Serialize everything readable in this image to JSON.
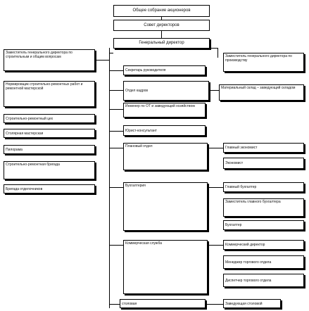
{
  "boxes": {
    "meeting": "Общее собрание акционеров",
    "board": "Совет директоров",
    "general": "Генеральный директор",
    "deputy_construction": "Заместитель генерального директора по строительным и общим вопросам",
    "deputy_production": "Заместитель генерального директора по производству",
    "secretary": "Секретарь руководителя",
    "hr": "Отдел кадров",
    "warehouse": "Материальный склад – заведующий складом",
    "engineer": "Инженер по ОТ и заведующий хозяйством",
    "lawyer": "Юрист-консультант",
    "planning": "Плановый отдел",
    "chief_economist": "Главный экономист",
    "economist": "Экономист",
    "accounting": "Бухгалтерия",
    "chief_accountant": "Главный бухгалтер",
    "deputy_chief_accountant": "Заместитель главного бухгалтера",
    "accountant": "Бухгалтер",
    "commercial": "Коммерческая служба",
    "commercial_director": "Коммерческий директор",
    "trade_manager": "Менеджер торгового отдела",
    "trade_dispatcher": "Диспетчер торгового отдела",
    "canteen": "столовая",
    "canteen_head": "Заведующая столовой",
    "foreman_repair": "Нормировщик строительно-ремонтных работ и ремонтной мастерской",
    "repair_shop": "Строительно-ремонтный цех",
    "carpentry": "Столярная мастерская",
    "sawmill": "Пилорама",
    "repair_brigade": "Строительно-ремонтная бригада",
    "finishing_brigade": "Бригада отделочников"
  }
}
